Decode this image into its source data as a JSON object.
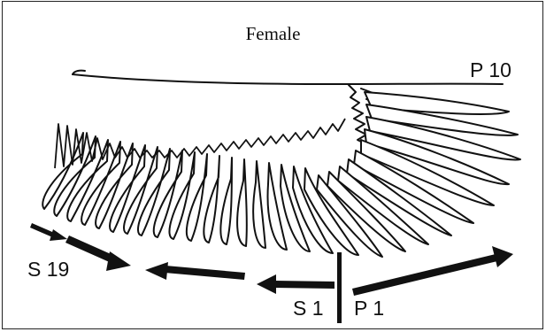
{
  "title": "Female",
  "labels": {
    "p10": "P 10",
    "s19": "S 19",
    "s1": "S 1",
    "p1": "P 1"
  },
  "colors": {
    "ink": "#111111",
    "background": "#ffffff"
  }
}
